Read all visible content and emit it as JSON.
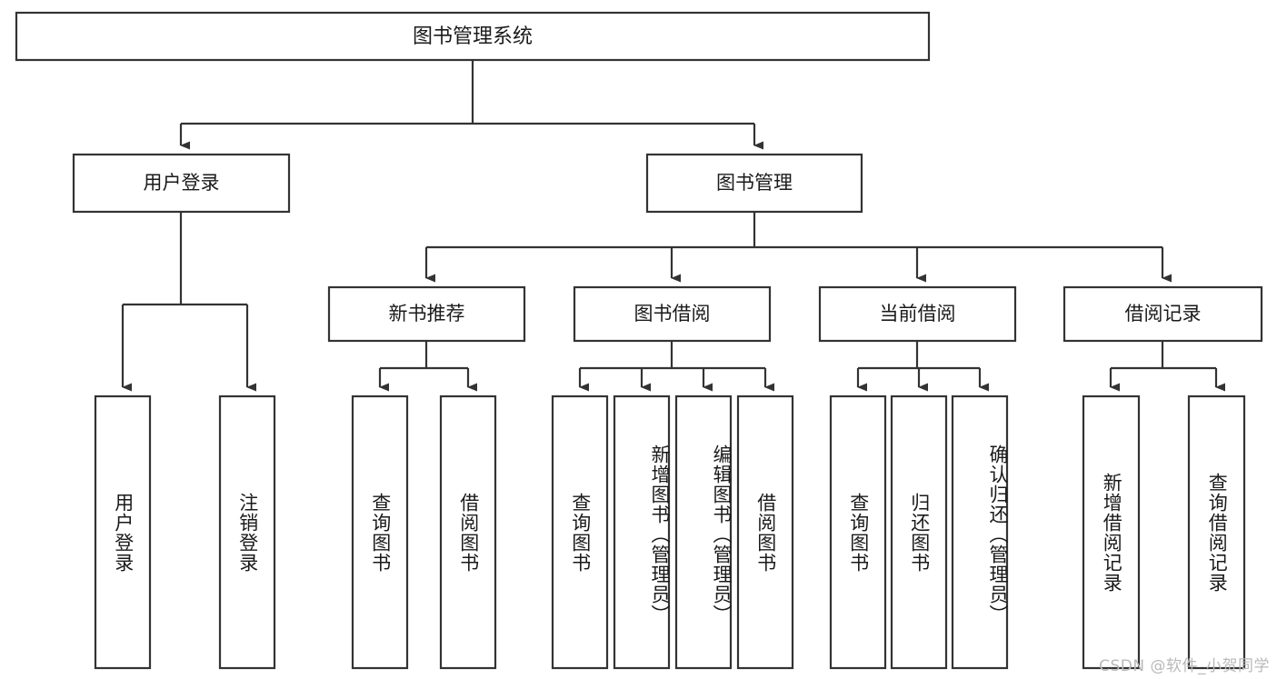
{
  "diagram": {
    "title": "图书管理系统",
    "type": "tree",
    "watermark": "CSDN @软件_小贺同学",
    "colors": {
      "stroke": "#333333",
      "fill": "#ffffff",
      "text": "#1a1a1a",
      "watermark": "#b9b9b9"
    },
    "root": {
      "id": "root",
      "label": "图书管理系统"
    },
    "level2": [
      {
        "id": "user-login",
        "label": "用户登录"
      },
      {
        "id": "book-manage",
        "label": "图书管理"
      }
    ],
    "level3": [
      {
        "id": "new-book-recommend",
        "label": "新书推荐",
        "parent": "book-manage"
      },
      {
        "id": "book-borrow",
        "label": "图书借阅",
        "parent": "book-manage"
      },
      {
        "id": "current-borrow",
        "label": "当前借阅",
        "parent": "book-manage"
      },
      {
        "id": "borrow-record",
        "label": "借阅记录",
        "parent": "book-manage"
      }
    ],
    "leaves": [
      {
        "id": "leaf-user-login",
        "label": "用户登录",
        "parent": "user-login"
      },
      {
        "id": "leaf-logout-login",
        "label": "注销登录",
        "parent": "user-login"
      },
      {
        "id": "leaf-query-book-1",
        "label": "查询图书",
        "parent": "new-book-recommend"
      },
      {
        "id": "leaf-borrow-book-1",
        "label": "借阅图书",
        "parent": "new-book-recommend"
      },
      {
        "id": "leaf-query-book-2",
        "label": "查询图书",
        "parent": "book-borrow"
      },
      {
        "id": "leaf-add-book-admin",
        "label": "新增图书（管理员）",
        "parent": "book-borrow"
      },
      {
        "id": "leaf-edit-book-admin",
        "label": "编辑图书（管理员）",
        "parent": "book-borrow"
      },
      {
        "id": "leaf-borrow-book-2",
        "label": "借阅图书",
        "parent": "book-borrow"
      },
      {
        "id": "leaf-query-book-3",
        "label": "查询图书",
        "parent": "current-borrow"
      },
      {
        "id": "leaf-return-book",
        "label": "归还图书",
        "parent": "current-borrow"
      },
      {
        "id": "leaf-confirm-return-admin",
        "label": "确认归还（管理员）",
        "parent": "current-borrow"
      },
      {
        "id": "leaf-add-borrow-record",
        "label": "新增借阅记录",
        "parent": "borrow-record"
      },
      {
        "id": "leaf-query-borrow-record",
        "label": "查询借阅记录",
        "parent": "borrow-record"
      }
    ]
  }
}
